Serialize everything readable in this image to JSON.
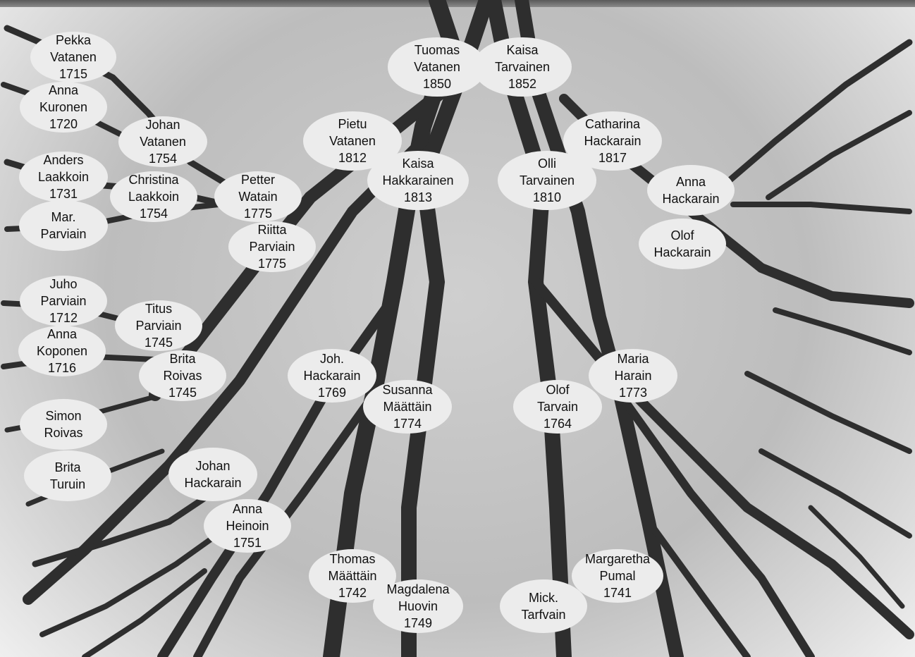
{
  "colors": {
    "branch": "#2e2e2e",
    "node_fill": "#ececec",
    "text": "#111111"
  },
  "people": [
    {
      "id": "pekka",
      "name": "Pekka\nVatanen\n1715"
    },
    {
      "id": "anna-kuronen",
      "name": "Anna\nKuronen\n1720"
    },
    {
      "id": "johan-vatanen",
      "name": "Johan\nVatanen\n1754"
    },
    {
      "id": "anders",
      "name": "Anders\nLaakkoin\n1731"
    },
    {
      "id": "christina",
      "name": "Christina\nLaakkoin\n1754"
    },
    {
      "id": "mar",
      "name": "Mar.\nParviain"
    },
    {
      "id": "petter",
      "name": "Petter\nWatain\n1775"
    },
    {
      "id": "riitta",
      "name": "Riitta\nParviain\n1775"
    },
    {
      "id": "tuomas",
      "name": "Tuomas\nVatanen\n1850"
    },
    {
      "id": "kaisa-t",
      "name": "Kaisa\nTarvainen\n1852"
    },
    {
      "id": "pietu",
      "name": "Pietu\nVatanen\n1812"
    },
    {
      "id": "kaisa-h",
      "name": "Kaisa\nHakkarainen\n1813"
    },
    {
      "id": "catharina",
      "name": "Catharina\nHackarain\n1817"
    },
    {
      "id": "olli",
      "name": "Olli\nTarvainen\n1810"
    },
    {
      "id": "anna-hackarain",
      "name": "Anna\nHackarain"
    },
    {
      "id": "olof-hackarain",
      "name": "Olof\nHackarain"
    },
    {
      "id": "juho",
      "name": "Juho\nParviain\n1712"
    },
    {
      "id": "anna-koponen",
      "name": "Anna\nKoponen\n1716"
    },
    {
      "id": "titus",
      "name": "Titus\nParviain\n1745"
    },
    {
      "id": "brita-roivas",
      "name": "Brita\nRoivas\n1745"
    },
    {
      "id": "simon",
      "name": "Simon\nRoivas"
    },
    {
      "id": "brita-turuin",
      "name": "Brita\nTuruin"
    },
    {
      "id": "joh-hackarain",
      "name": "Joh.\nHackarain\n1769"
    },
    {
      "id": "susanna",
      "name": "Susanna\nMäättäin\n1774"
    },
    {
      "id": "olof-tarvain",
      "name": "Olof\nTarvain\n1764"
    },
    {
      "id": "maria",
      "name": "Maria\nHarain\n1773"
    },
    {
      "id": "johan-hackarain",
      "name": "Johan\nHackarain"
    },
    {
      "id": "anna-heinoin",
      "name": "Anna\nHeinoin\n1751"
    },
    {
      "id": "thomas",
      "name": "Thomas\nMäättäin\n1742"
    },
    {
      "id": "magdalena",
      "name": "Magdalena\nHuovin\n1749"
    },
    {
      "id": "mick",
      "name": "Mick.\nTarfvain"
    },
    {
      "id": "margaretha",
      "name": "Margaretha\nPumal\n1741"
    }
  ]
}
